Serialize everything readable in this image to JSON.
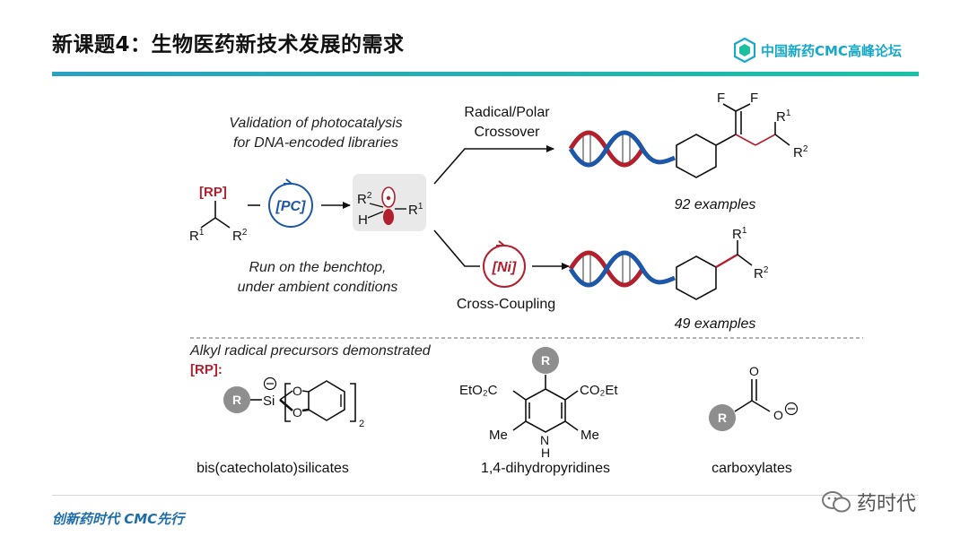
{
  "header": {
    "title": "新课题4：生物医药新技术发展的需求",
    "logo_text": "中国新药CMC高峰论坛"
  },
  "scheme": {
    "validation": [
      "Validation of photocatalysis",
      "for DNA-encoded libraries"
    ],
    "benchtop": [
      "Run on the benchtop,",
      "under ambient conditions"
    ],
    "radical_polar": [
      "Radical/Polar",
      "Crossover"
    ],
    "cross_coupling": "Cross-Coupling",
    "examples_top": "92 examples",
    "examples_bottom": "49 examples",
    "rp": "[RP]",
    "pc": "[PC]",
    "ni": "[Ni]",
    "r": "R",
    "r1": "1",
    "r2": "2",
    "h": "H",
    "f": "F",
    "precursors_heading": "Alkyl radical precursors demonstrated",
    "rp_colon": "[RP]:",
    "si": "Si",
    "o": "O",
    "sub2": "2",
    "eto2c": "EtO₂C",
    "co2et": "CO₂Et",
    "me": "Me",
    "nh_n": "N",
    "precursor_labels": [
      "bis(catecholato)silicates",
      "1,4-dihydropyridines",
      "carboxylates"
    ]
  },
  "footer": {
    "slogan": "创新药时代 CMC先行",
    "wechat": "药时代"
  },
  "colors": {
    "red": "#b21f2d",
    "blue": "#1d57a8",
    "teal": "#16a9c9"
  }
}
